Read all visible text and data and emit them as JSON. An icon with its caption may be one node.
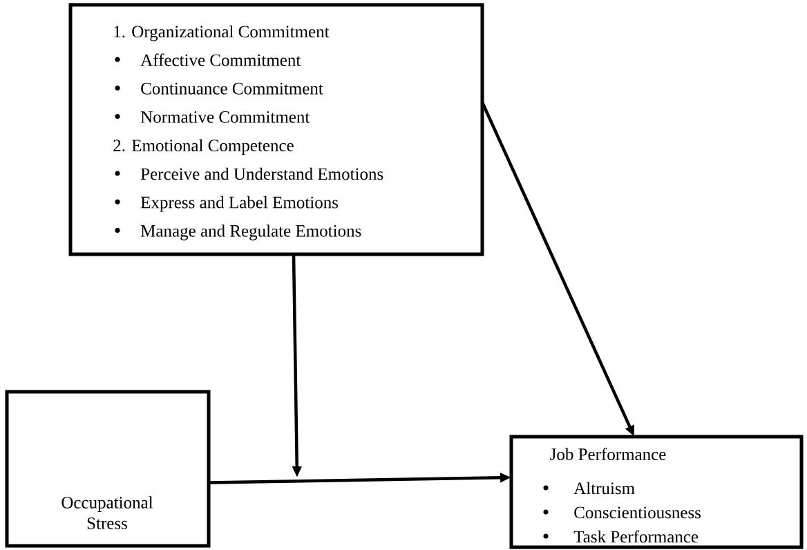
{
  "diagram": {
    "nodes": [
      {
        "text": [
          "1. Organizational Commitment",
          "Affective Commitment",
          "Continuance Commitment",
          "Normative Commitment",
          "2. Emotional Competence",
          "Perceive and Understand Emotions",
          "Express and Label Emotions",
          "Manage and Regulate Emotions"
        ]
      },
      {
        "text": [
          "Occupational Stress"
        ]
      },
      {
        "text": [
          "Job Performance",
          "Altruism",
          "Conscientiousness",
          "Task Performance"
        ]
      }
    ],
    "edges": [
      {
        "from": 1,
        "to": 2,
        "arrow": "to"
      },
      {
        "from": 0,
        "to": null,
        "arrow": "to"
      },
      {
        "from": 0,
        "to": 2,
        "arrow": "to"
      }
    ]
  }
}
